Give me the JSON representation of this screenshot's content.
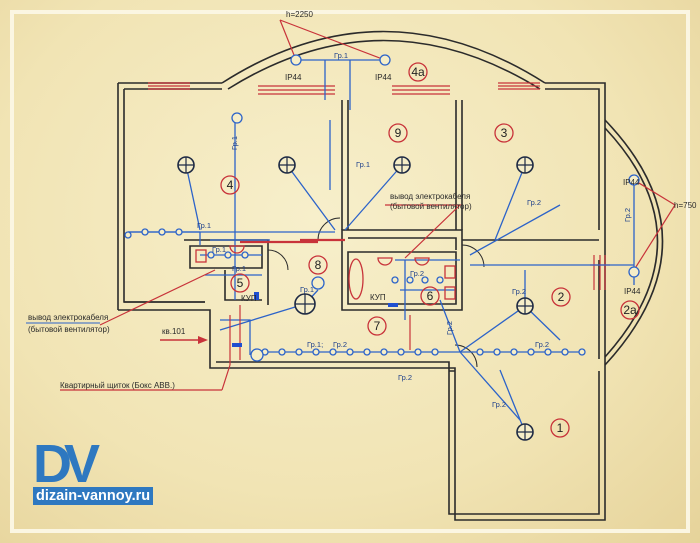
{
  "heights": {
    "top": "h=2250",
    "right": "h=750"
  },
  "lamp_label": "IP44",
  "groups": {
    "g1": "Гр.1",
    "g2": "Гр.2",
    "g12a": "Гр.1;",
    "g12b": "Гр.2"
  },
  "rooms": {
    "r1": "1",
    "r2": "2",
    "r2a": "2а",
    "r3": "3",
    "r4": "4",
    "r4a": "4а",
    "r5": "5",
    "r6": "6",
    "r7": "7",
    "r8": "8",
    "r9": "9"
  },
  "kup": "КУП",
  "cable_note": {
    "line1": "вывод электрокабеля",
    "line2": "(бытовой вентилятор)"
  },
  "apartment": "кв.101",
  "panel_note": "Квартирный щиток (Бокс АВВ.)",
  "logo": {
    "mark": "DV",
    "url": "dizain-vannoy.ru"
  },
  "colors": {
    "wiring": "#2c63c9",
    "markup": "#c8333a",
    "walls": "#2b2b2b",
    "logo": "#2e78c0"
  }
}
